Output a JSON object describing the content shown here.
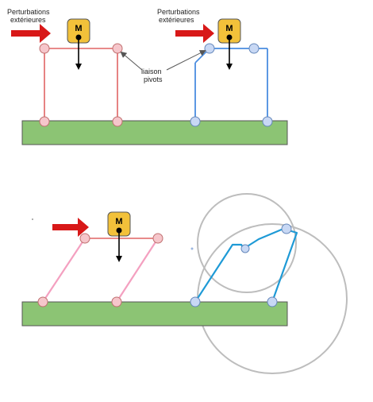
{
  "labels": {
    "perturbations_left_line1": "Perturbations",
    "perturbations_left_line2": "extérieures",
    "perturbations_right_line1": "Perturbations",
    "perturbations_right_line2": "extérieures",
    "liaison_line1": "liaison",
    "liaison_line2": "pivots",
    "mass_top_left": "M",
    "mass_top_right": "M",
    "mass_bottom": "M"
  },
  "colors": {
    "ground_fill": "#8cc474",
    "ground_stroke": "#555555",
    "frame_red": "#e06464",
    "frame_blue": "#4a8de0",
    "frame_pink": "#f4a0c0",
    "linkage_cyan": "#1e9ad6",
    "arrow_red": "#d81818",
    "mass_fill": "#f2c13a",
    "pivot_pink": "#f6c6cb",
    "pivot_blue": "#c8d8f4",
    "circle_gray": "#bdbdbd"
  }
}
